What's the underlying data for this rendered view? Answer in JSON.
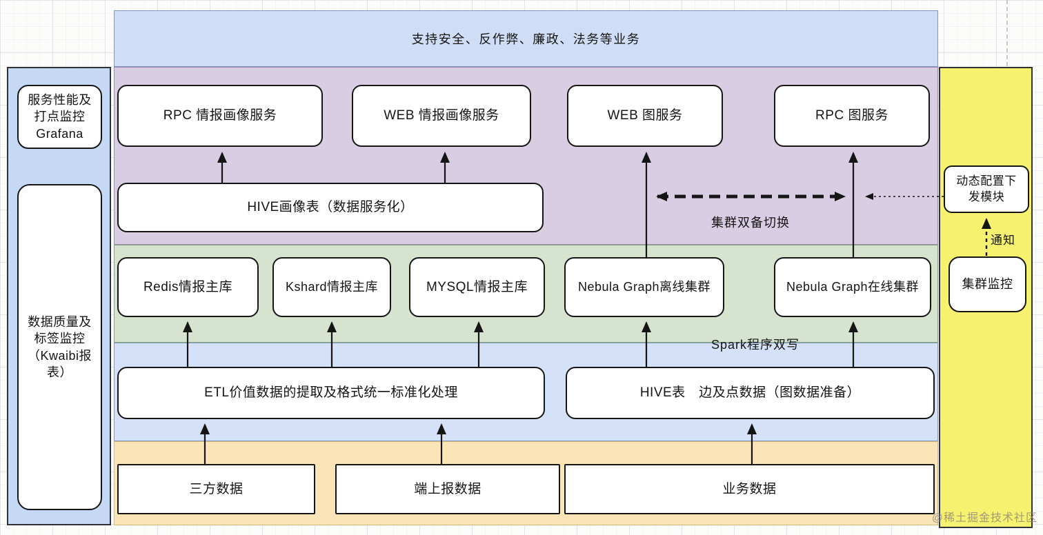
{
  "colors": {
    "banner_bg": "#cfdef6",
    "sidebar_bg": "#c6d9f4",
    "service_band_bg": "#d8cde2",
    "storage_band_bg": "#d5e3cf",
    "processing_band_bg": "#d5e1f8",
    "source_band_bg": "#fbe5b6",
    "ops_band_bg": "#f6f16f",
    "node_bg": "#ffffff",
    "line_color": "#151515"
  },
  "banner": {
    "label": "支持安全、反作弊、廉政、法务等业务"
  },
  "monitor_sidebar": {
    "perf_box": "服务性能及\n打点监控\nGrafana",
    "quality_box": "数据质量及\n标签监控\n（Kwaibi报\n表）"
  },
  "service_layer": {
    "rpc_portrait": "RPC 情报画像服务",
    "web_portrait": "WEB 情报画像服务",
    "web_graph": "WEB 图服务",
    "rpc_graph": "RPC 图服务",
    "hive_table": "HIVE画像表（数据服务化）",
    "cluster_switch": "集群双备切换"
  },
  "storage_layer": {
    "redis": "Redis情报主库",
    "kshard": "Kshard情报主库",
    "mysql": "MYSQL情报主库",
    "nebula_offline": "Nebula Graph离线集群",
    "nebula_online": "Nebula Graph在线集群",
    "spark_note": "Spark程序双写"
  },
  "processing_layer": {
    "etl": "ETL价值数据的提取及格式统一标准化处理",
    "hive_edge": "HIVE表　边及点数据（图数据准备）"
  },
  "source_layer": {
    "third_party": "三方数据",
    "client_report": "端上报数据",
    "business": "业务数据"
  },
  "ops_column": {
    "dynamic_config": "动态配置下\n发模块",
    "notify": "通知",
    "cluster_monitor": "集群监控"
  },
  "watermark": "@稀土掘金技术社区"
}
